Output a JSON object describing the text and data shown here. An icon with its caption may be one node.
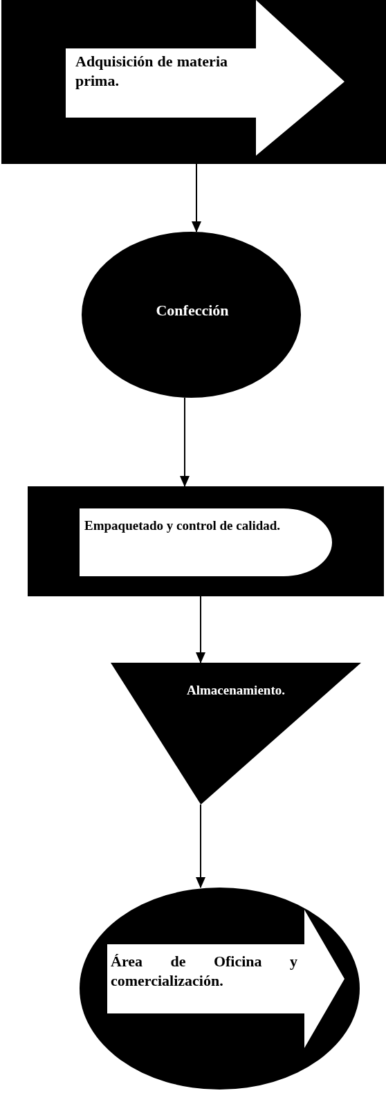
{
  "diagram": {
    "nodes": [
      {
        "text": [
          "Adquisición de materia prima."
        ]
      },
      {
        "text": [
          "Confección"
        ]
      },
      {
        "text": [
          "Empaquetado y control de calidad."
        ]
      },
      {
        "text": [
          "Almacenamiento."
        ]
      },
      {
        "text": [
          "Área de Oficina y comercialización."
        ]
      }
    ],
    "edges": [
      {
        "from": 0,
        "to": 1,
        "arrow": "to"
      },
      {
        "from": 1,
        "to": 2,
        "arrow": "to"
      },
      {
        "from": 2,
        "to": 3,
        "arrow": "to"
      },
      {
        "from": 3,
        "to": 4,
        "arrow": "to"
      }
    ]
  }
}
